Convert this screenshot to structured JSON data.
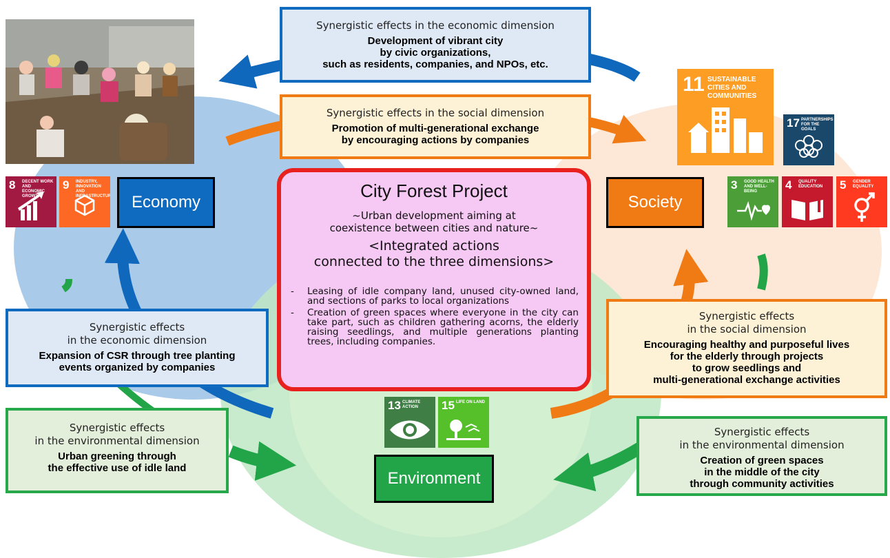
{
  "center": {
    "title": "City Forest Project",
    "subtitle_line1": "~Urban development aiming at",
    "subtitle_line2": "coexistence between cities and nature~",
    "integrated_line1": "<Integrated actions",
    "integrated_line2": "connected to the three dimensions>",
    "bullets": [
      {
        "dash": "-",
        "text": "Leasing of idle company land, unused city-owned land, and sections of parks to local organizations"
      },
      {
        "dash": "-",
        "text": "Creation of green spaces where everyone in the city can take part, such as children gathering acorns, the elderly raising seedlings, and multiple generations planting trees, including companies."
      }
    ]
  },
  "labels": {
    "economy": "Economy",
    "society": "Society",
    "environment": "Environment"
  },
  "boxes": {
    "top_economic": {
      "head": "Synergistic effects in the economic dimension",
      "body": [
        "Development of vibrant city",
        "by civic organizations,",
        "such as residents, companies, and NPOs, etc."
      ]
    },
    "top_social": {
      "head": "Synergistic effects in the social dimension",
      "body": [
        "Promotion of multi-generational exchange",
        "by encouraging actions by companies"
      ]
    },
    "left_economic": {
      "head": [
        "Synergistic effects",
        "in the economic dimension"
      ],
      "body": [
        "Expansion of CSR through tree planting",
        "events organized by companies"
      ]
    },
    "left_environmental": {
      "head": [
        "Synergistic effects",
        "in the environmental dimension"
      ],
      "body": [
        "Urban greening through",
        "the effective use of idle land"
      ]
    },
    "right_social": {
      "head": [
        "Synergistic effects",
        "in the social dimension"
      ],
      "body": [
        "Encouraging healthy and purposeful lives",
        "for the elderly through projects",
        "to grow seedlings and",
        "multi-generational exchange activities"
      ]
    },
    "right_environmental": {
      "head": [
        "Synergistic effects",
        "in the environmental dimension"
      ],
      "body": [
        "Creation of green spaces",
        "in the middle of the city",
        "through community activities"
      ]
    }
  },
  "sdgs": {
    "g8": {
      "num": "8",
      "title": "Decent work and economic growth",
      "color": "#a21942"
    },
    "g9": {
      "num": "9",
      "title": "Industry, innovation and infrastructure",
      "color": "#fd6925"
    },
    "g11": {
      "num": "11",
      "title": "Sustainable cities and communities",
      "color": "#fd9d24"
    },
    "g17": {
      "num": "17",
      "title": "Partnerships for the goals",
      "color": "#19486a"
    },
    "g3": {
      "num": "3",
      "title": "Good health and well-being",
      "color": "#4c9f38"
    },
    "g4": {
      "num": "4",
      "title": "Quality education",
      "color": "#c5192d"
    },
    "g5": {
      "num": "5",
      "title": "Gender equality",
      "color": "#ff3a21"
    },
    "g13": {
      "num": "13",
      "title": "Climate action",
      "color": "#3f7e44"
    },
    "g15": {
      "num": "15",
      "title": "Life on land",
      "color": "#56c02b"
    }
  },
  "colors": {
    "economy": "#0f6bc0",
    "society": "#f07a14",
    "environment": "#22a548",
    "center_border": "#e8211f",
    "center_fill": "#f6c8f4"
  },
  "photo": {
    "icon": "tree-planting-photo"
  }
}
